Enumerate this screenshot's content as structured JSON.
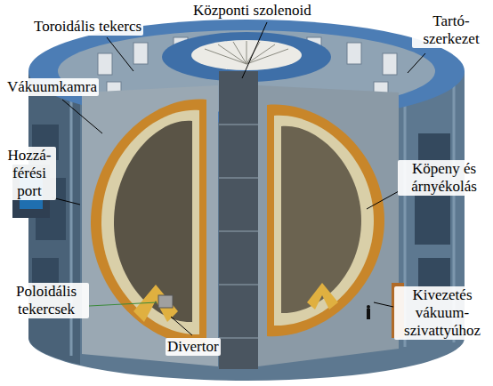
{
  "diagram": {
    "labels": [
      "Központi szolenoid",
      "Toroidális tekercs",
      "Tartó- szerkezet",
      "Vákuumkamra",
      "Hozzá- férési port",
      "Köpeny és árnyékolás",
      "Poloidális tekercsek",
      "Divertor",
      "Kivezetés vákuum- szivattyúhoz"
    ]
  }
}
